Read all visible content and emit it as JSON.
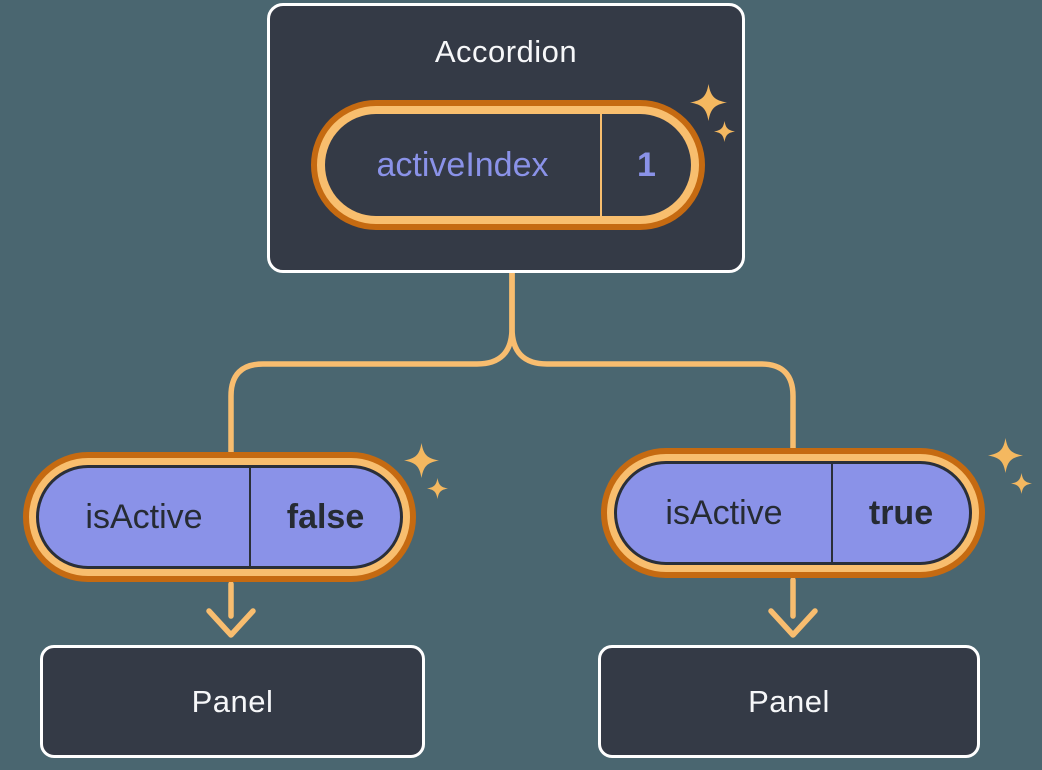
{
  "colors": {
    "background": "#4A6670",
    "node_fill": "#343A46",
    "node_border": "#FFFFFF",
    "ring_outer_orange": "#C56A11",
    "ring_inner_orange": "#F8BE6E",
    "connector_orange": "#F8BD6F",
    "sparkle_orange": "#F4B860",
    "purple": "#8A92E8",
    "dark_text": "#262B33",
    "light_text": "#F6F7F9"
  },
  "icons": {
    "sparkle": "sparkle-icon (four-point star)"
  },
  "accordion": {
    "title": "Accordion",
    "state_pill": {
      "label": "activeIndex",
      "value": "1"
    }
  },
  "left_branch": {
    "state_pill": {
      "label": "isActive",
      "value": "false"
    },
    "panel_label": "Panel"
  },
  "right_branch": {
    "state_pill": {
      "label": "isActive",
      "value": "true"
    },
    "panel_label": "Panel"
  }
}
